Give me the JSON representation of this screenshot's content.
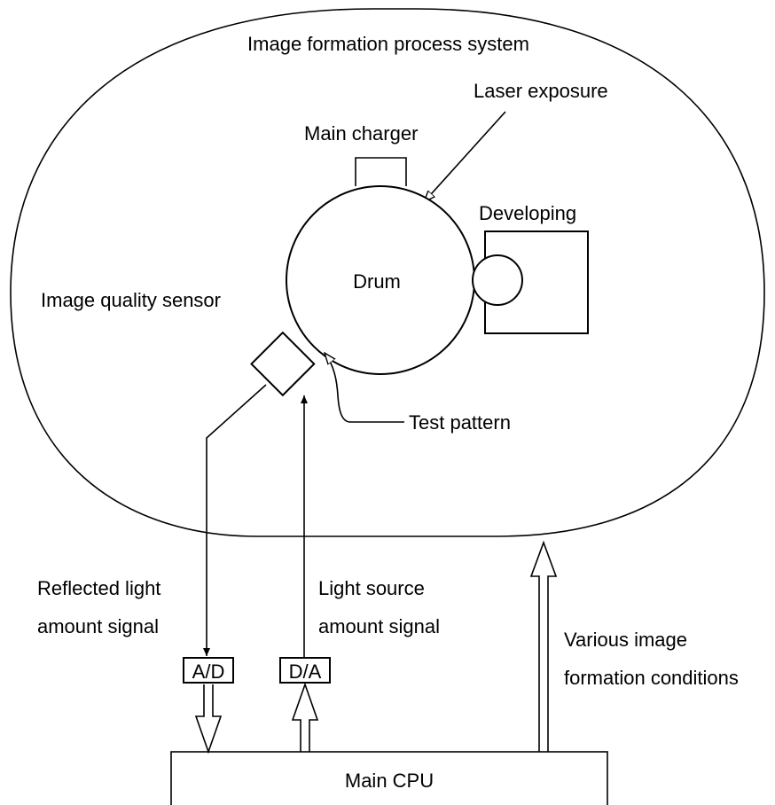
{
  "diagram": {
    "title": "Image formation process system",
    "laser_exposure": "Laser exposure",
    "main_charger": "Main charger",
    "developing": "Developing",
    "drum": "Drum",
    "image_quality_sensor": "Image quality sensor",
    "test_pattern": "Test pattern",
    "reflected_light_line1": "Reflected light",
    "reflected_light_line2": "amount signal",
    "light_source_line1": "Light source",
    "light_source_line2": "amount signal",
    "various_line1": "Various image",
    "various_line2": "formation conditions",
    "ad": "A/D",
    "da": "D/A",
    "main_cpu": "Main CPU"
  },
  "colors": {
    "line": "#000000",
    "background": "#ffffff"
  }
}
